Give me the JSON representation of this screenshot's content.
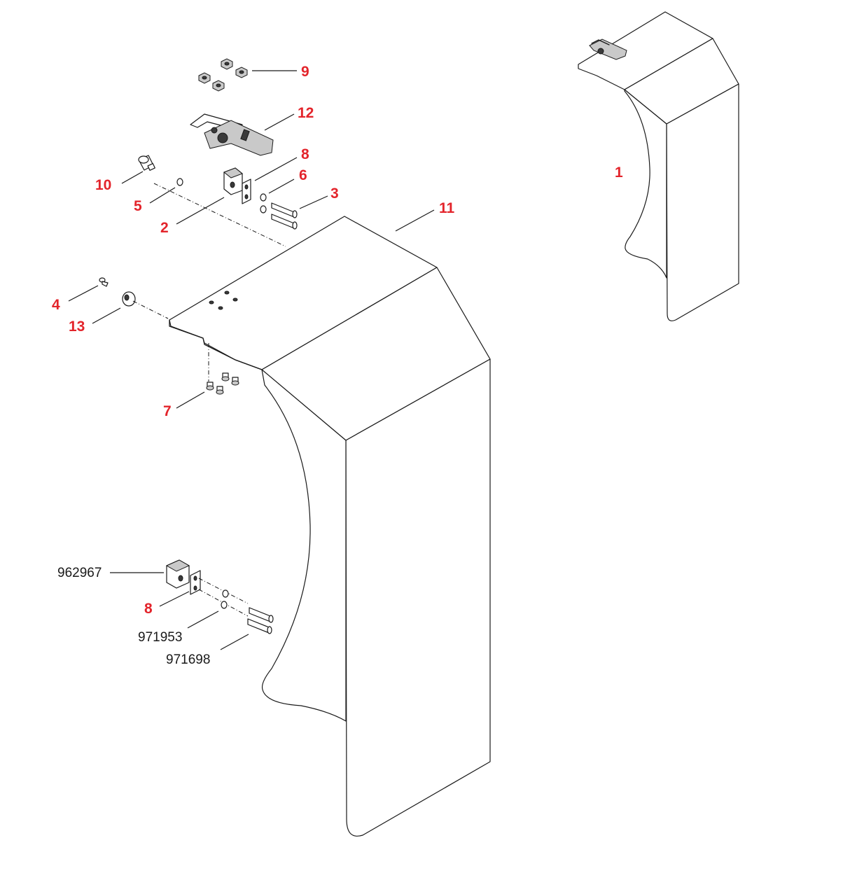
{
  "callouts": {
    "c1": "1",
    "c2": "2",
    "c3": "3",
    "c4": "4",
    "c5": "5",
    "c6": "6",
    "c7": "7",
    "c8_top": "8",
    "c8_bottom": "8",
    "c9": "9",
    "c10": "10",
    "c11": "11",
    "c12": "12",
    "c13": "13",
    "p962967": "962967",
    "p971953": "971953",
    "p971698": "971698"
  },
  "colors": {
    "callout_red": "#e3242b",
    "line": "#1a1a1a",
    "background": "#ffffff"
  }
}
